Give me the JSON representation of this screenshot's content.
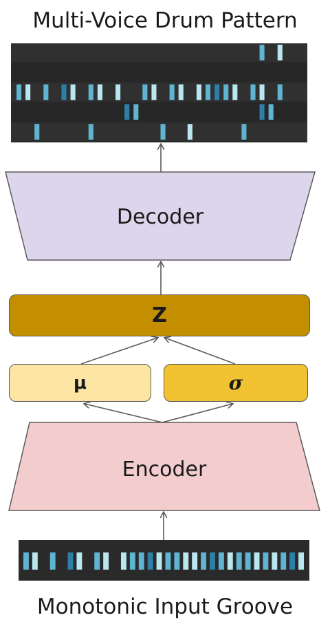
{
  "diagram": {
    "top_title": "Multi-Voice Drum Pattern",
    "bottom_title": "Monotonic Input Groove",
    "decoder_label": "Decoder",
    "encoder_label": "Encoder",
    "z_label": "Z",
    "mu_label": "μ",
    "sigma_label": "σ"
  },
  "colors": {
    "decoder_fill": "#dcd5ec",
    "encoder_fill": "#f3cdce",
    "z_fill": "#c38f00",
    "mu_fill": "#fde6a4",
    "sigma_fill": "#f1c232",
    "roll_background": "#2a2a2a",
    "note_light": "#b9e6ef",
    "note_mid": "#5fb4d2",
    "note_dark": "#2c7fa6"
  },
  "output_pattern": {
    "rows": 5,
    "steps": 32,
    "notes": [
      [
        0,
        27,
        "mid"
      ],
      [
        0,
        29,
        "light"
      ],
      [
        2,
        0,
        "mid"
      ],
      [
        2,
        1,
        "light"
      ],
      [
        2,
        3,
        "mid"
      ],
      [
        2,
        5,
        "dark"
      ],
      [
        2,
        6,
        "light"
      ],
      [
        2,
        8,
        "mid"
      ],
      [
        2,
        9,
        "light"
      ],
      [
        2,
        11,
        "light"
      ],
      [
        2,
        14,
        "mid"
      ],
      [
        2,
        15,
        "light"
      ],
      [
        2,
        17,
        "mid"
      ],
      [
        2,
        18,
        "light"
      ],
      [
        2,
        20,
        "light"
      ],
      [
        2,
        21,
        "mid"
      ],
      [
        2,
        22,
        "dark"
      ],
      [
        2,
        23,
        "mid"
      ],
      [
        2,
        24,
        "light"
      ],
      [
        2,
        26,
        "mid"
      ],
      [
        2,
        27,
        "light"
      ],
      [
        2,
        29,
        "mid"
      ],
      [
        3,
        12,
        "dark"
      ],
      [
        3,
        13,
        "mid"
      ],
      [
        3,
        27,
        "dark"
      ],
      [
        3,
        28,
        "mid"
      ],
      [
        4,
        2,
        "mid"
      ],
      [
        4,
        8,
        "mid"
      ],
      [
        4,
        16,
        "mid"
      ],
      [
        4,
        19,
        "light"
      ],
      [
        4,
        25,
        "mid"
      ]
    ]
  },
  "input_groove": {
    "steps": 32,
    "notes": [
      [
        0,
        "mid"
      ],
      [
        1,
        "light"
      ],
      [
        3,
        "mid"
      ],
      [
        5,
        "dark"
      ],
      [
        6,
        "light"
      ],
      [
        8,
        "mid"
      ],
      [
        9,
        "light"
      ],
      [
        11,
        "light"
      ],
      [
        12,
        "mid"
      ],
      [
        13,
        "mid"
      ],
      [
        14,
        "dark"
      ],
      [
        15,
        "light"
      ],
      [
        16,
        "mid"
      ],
      [
        17,
        "mid"
      ],
      [
        18,
        "light"
      ],
      [
        19,
        "light"
      ],
      [
        20,
        "mid"
      ],
      [
        21,
        "dark"
      ],
      [
        22,
        "mid"
      ],
      [
        23,
        "light"
      ],
      [
        24,
        "mid"
      ],
      [
        25,
        "mid"
      ],
      [
        26,
        "light"
      ],
      [
        27,
        "mid"
      ],
      [
        28,
        "light"
      ],
      [
        29,
        "mid"
      ],
      [
        30,
        "dark"
      ],
      [
        31,
        "light"
      ]
    ]
  }
}
